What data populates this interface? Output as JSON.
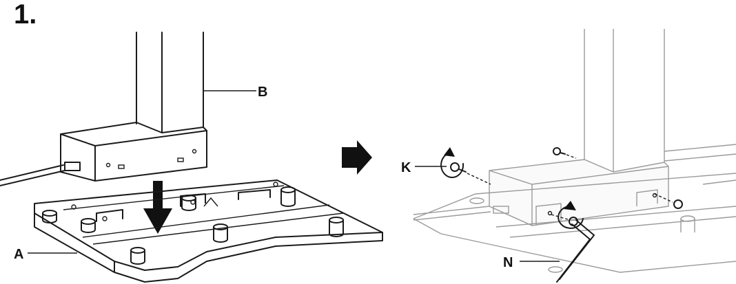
{
  "step_number": "1.",
  "labels": {
    "a": "A",
    "b": "B",
    "k": "K",
    "n": "N"
  },
  "icons": [
    "arrow-right-icon",
    "rotate-icon",
    "hex-key-icon",
    "screw-icon"
  ]
}
